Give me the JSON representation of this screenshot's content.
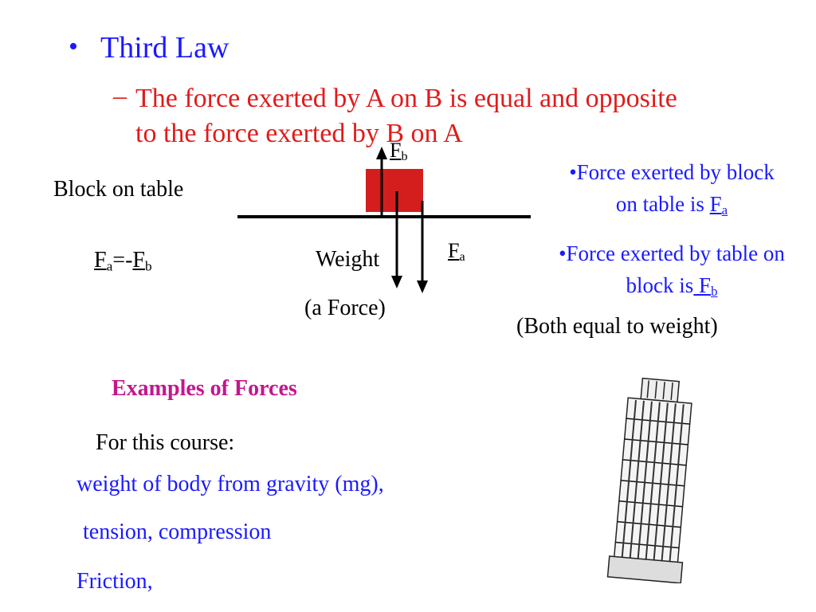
{
  "slide": {
    "bullet": "•",
    "title": "Third Law",
    "sub_dash": "–",
    "subtitle": "The force exerted by A on B is equal and opposite to the force exerted by B on A"
  },
  "diagram": {
    "block_label": "Block on table",
    "equation": {
      "fa": "F",
      "fa_sub": "a",
      "eq_sign": "=-",
      "fb": "F",
      "fb_sub": "b"
    },
    "weight_label": "Weight",
    "a_force_label": "(a Force)",
    "fb_arrow_label": {
      "f": "F",
      "sub": "b"
    },
    "fa_arrow_label": {
      "f": "F",
      "sub": "a"
    },
    "block_color": "#d41e1e"
  },
  "notes": {
    "note1_text": "•Force exerted by block on table is ",
    "note1_f": "F",
    "note1_sub": "a",
    "note2_text": "•Force exerted by table on block is",
    "note2_f": " F",
    "note2_sub": "b",
    "both_equal": "(Both equal to weight)"
  },
  "examples": {
    "title": "Examples of Forces",
    "intro": "For this course:",
    "item1": "weight of body from gravity (mg),",
    "item2": "tension, compression",
    "item3": "Friction,"
  },
  "image": {
    "icon": "leaning-tower-icon"
  },
  "colors": {
    "blue": "#1a1aff",
    "red": "#e01b1b",
    "magenta": "#c4168e"
  }
}
